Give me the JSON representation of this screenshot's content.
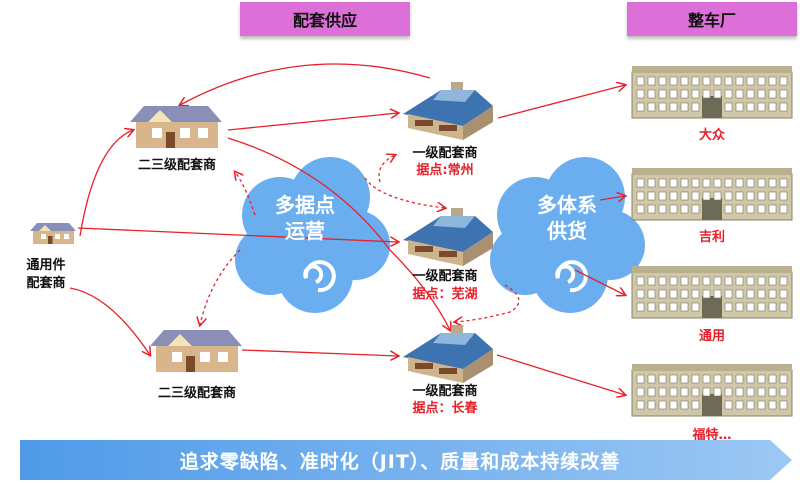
{
  "headers": {
    "supply": "配套供应",
    "oem": "整车厂"
  },
  "tier2_top": {
    "label": "二三级配套商"
  },
  "tier2_bottom": {
    "label": "二三级配套商"
  },
  "generic": {
    "line1": "通用件",
    "line2": "配套商"
  },
  "cloud_left": {
    "line1": "多据点",
    "line2": "运营"
  },
  "cloud_right": {
    "line1": "多体系",
    "line2": "供货"
  },
  "tier1": [
    {
      "label": "一级配套商",
      "site": "据点:常州"
    },
    {
      "label": "一级配套商",
      "site": "据点：芜湖"
    },
    {
      "label": "一级配套商",
      "site": "据点：长春"
    }
  ],
  "oems": [
    "大众",
    "吉利",
    "通用",
    "福特…"
  ],
  "banner": "追求零缺陷、准时化（JIT）、质量和成本持续改善",
  "colors": {
    "header": "#dc70d8",
    "arrow": "#e8202a",
    "cloud": "#6aaef0",
    "banner": "#5ea8f0"
  }
}
